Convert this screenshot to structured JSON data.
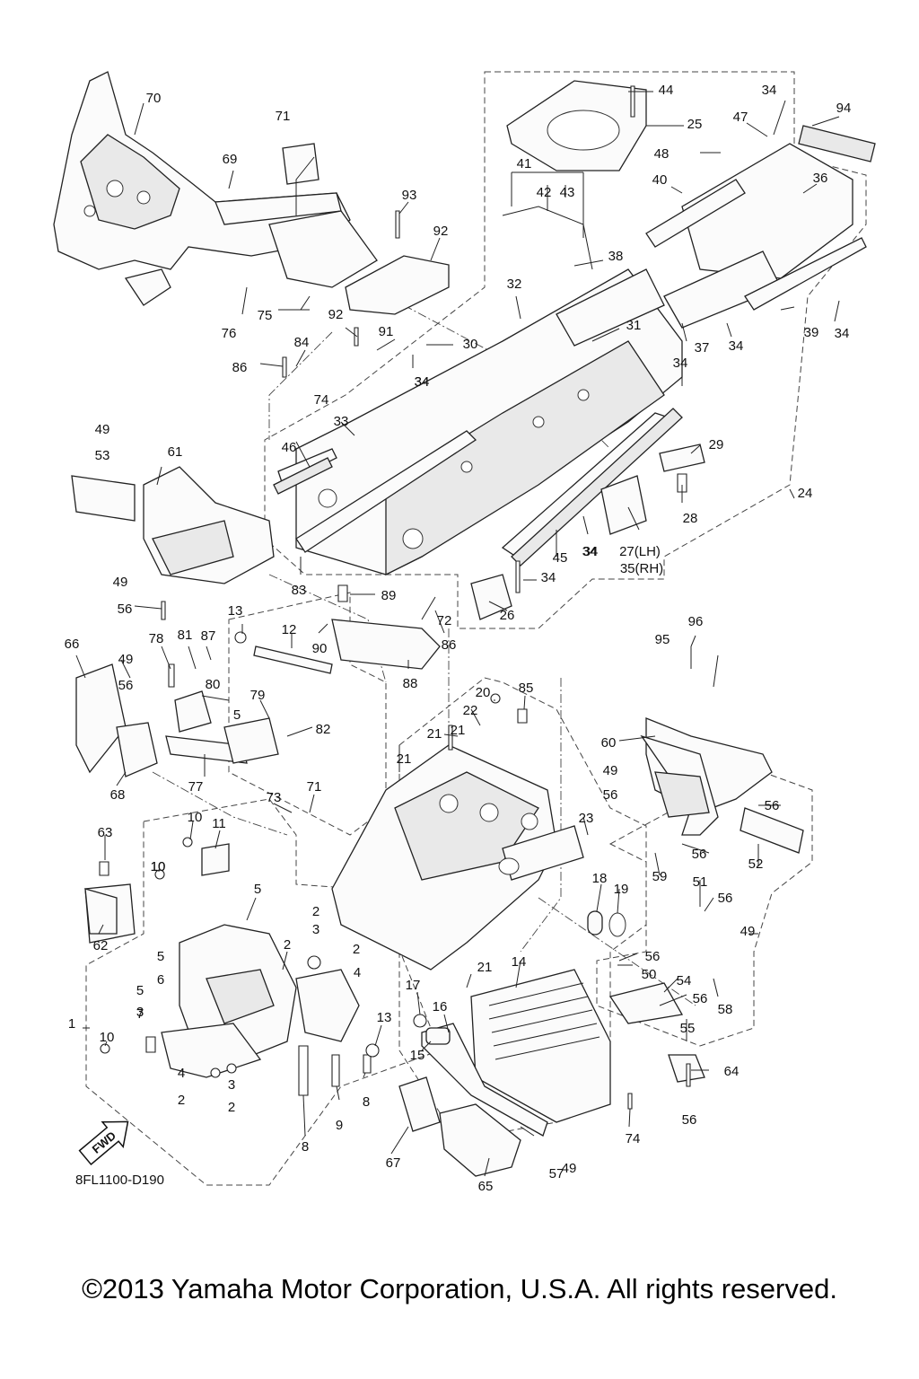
{
  "diagram": {
    "code": "8FL1100-D190",
    "orientation_marker": "FWD",
    "callouts": [
      "1",
      "2",
      "2",
      "2",
      "2",
      "2",
      "3",
      "3",
      "3",
      "4",
      "4",
      "5",
      "5",
      "5",
      "5",
      "6",
      "7",
      "8",
      "8",
      "9",
      "10",
      "10",
      "10",
      "10",
      "11",
      "12",
      "13",
      "13",
      "14",
      "15",
      "16",
      "17",
      "18",
      "19",
      "20",
      "21",
      "21",
      "21",
      "21",
      "22",
      "23",
      "24",
      "25",
      "26",
      "27(LH)",
      "28",
      "29",
      "30",
      "31",
      "32",
      "33",
      "34",
      "34",
      "34",
      "34",
      "34",
      "34",
      "34",
      "34",
      "34",
      "35(RH)",
      "36",
      "37",
      "38",
      "39",
      "40",
      "41",
      "42",
      "43",
      "44",
      "45",
      "46",
      "47",
      "48",
      "49",
      "49",
      "49",
      "49",
      "49",
      "49",
      "50",
      "51",
      "52",
      "53",
      "54",
      "55",
      "56",
      "56",
      "56",
      "56",
      "56",
      "56",
      "56",
      "56",
      "56",
      "57",
      "58",
      "59",
      "60",
      "61",
      "62",
      "63",
      "64",
      "65",
      "66",
      "67",
      "68",
      "69",
      "70",
      "71",
      "71",
      "72",
      "73",
      "74",
      "74",
      "75",
      "76",
      "77",
      "78",
      "79",
      "80",
      "81",
      "82",
      "83",
      "84",
      "85",
      "86",
      "86",
      "87",
      "88",
      "89",
      "90",
      "91",
      "92",
      "92",
      "93",
      "94",
      "95",
      "96"
    ]
  },
  "copyright": "©2013 Yamaha Motor Corporation, U.S.A. All rights reserved."
}
